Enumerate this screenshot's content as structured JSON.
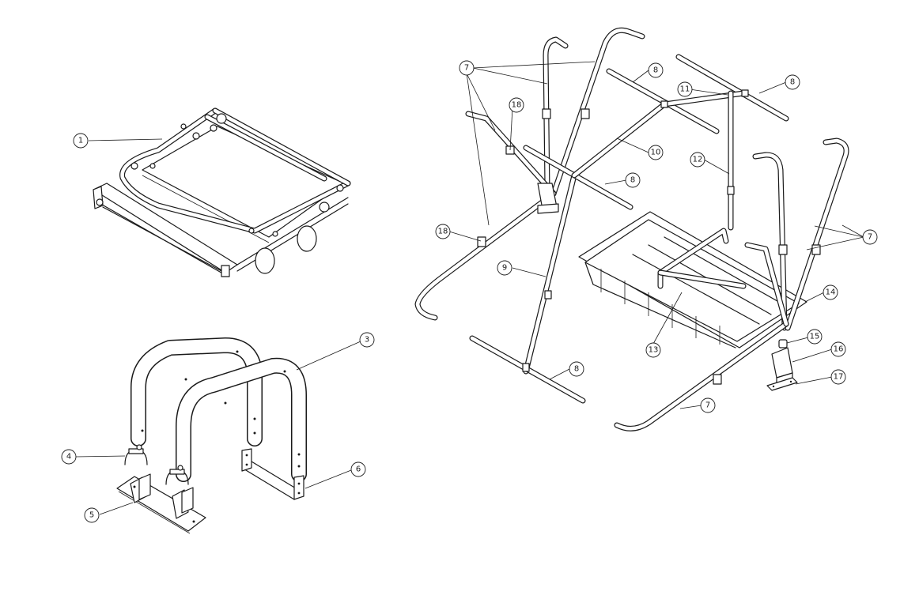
{
  "callouts": [
    {
      "id": "c1",
      "label": "1"
    },
    {
      "id": "c3",
      "label": "3"
    },
    {
      "id": "c4",
      "label": "4"
    },
    {
      "id": "c5",
      "label": "5"
    },
    {
      "id": "c6",
      "label": "6"
    },
    {
      "id": "c7a",
      "label": "7"
    },
    {
      "id": "c7b",
      "label": "7"
    },
    {
      "id": "c7c",
      "label": "7"
    },
    {
      "id": "c8a",
      "label": "8"
    },
    {
      "id": "c8b",
      "label": "8"
    },
    {
      "id": "c8c",
      "label": "8"
    },
    {
      "id": "c8d",
      "label": "8"
    },
    {
      "id": "c9",
      "label": "9"
    },
    {
      "id": "c10",
      "label": "10"
    },
    {
      "id": "c11",
      "label": "11"
    },
    {
      "id": "c12",
      "label": "12"
    },
    {
      "id": "c13",
      "label": "13"
    },
    {
      "id": "c14",
      "label": "14"
    },
    {
      "id": "c15",
      "label": "15"
    },
    {
      "id": "c16",
      "label": "16"
    },
    {
      "id": "c17",
      "label": "17"
    },
    {
      "id": "c18a",
      "label": "18"
    },
    {
      "id": "c18b",
      "label": "18"
    }
  ]
}
